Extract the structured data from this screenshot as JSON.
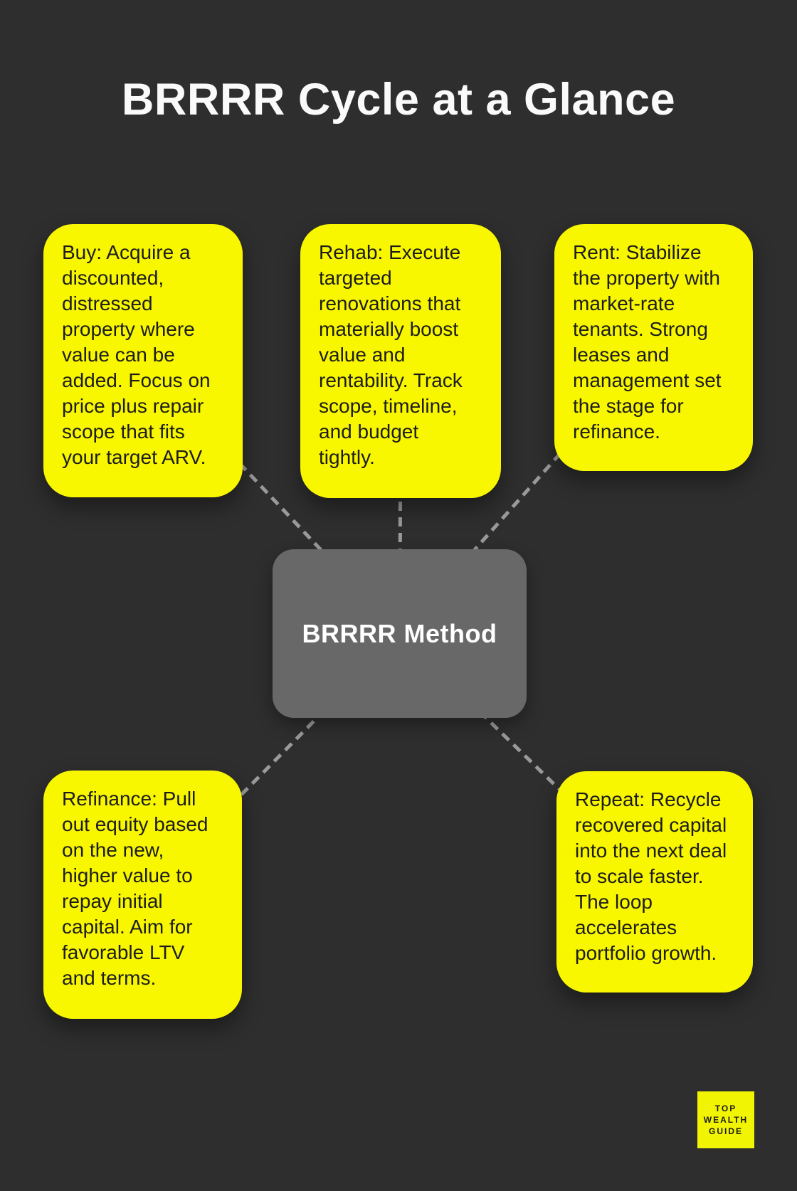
{
  "title": "BRRRR Cycle at a Glance",
  "center_node": {
    "label": "BRRRR Method"
  },
  "nodes": [
    {
      "id": "buy",
      "text": "Buy: Acquire a\ndiscounted,\ndistressed\nproperty where\nvalue can be\nadded. Focus on\nprice plus repair\nscope that fits\nyour target ARV."
    },
    {
      "id": "rehab",
      "text": "Rehab: Execute\ntargeted\nrenovations that\nmaterially boost\nvalue and\nrentability. Track\nscope, timeline,\nand budget\ntightly."
    },
    {
      "id": "rent",
      "text": "Rent: Stabilize\nthe property with\nmarket-rate\ntenants. Strong\nleases and\nmanagement set\nthe stage for\nrefinance."
    },
    {
      "id": "refinance",
      "text": "Refinance: Pull\nout equity based\non the new,\nhigher value to\nrepay initial\ncapital. Aim for\nfavorable LTV\nand terms."
    },
    {
      "id": "repeat",
      "text": "Repeat: Recycle\nrecovered capital\ninto the next deal\nto scale faster.\nThe loop\naccelerates\nportfolio growth."
    }
  ],
  "logo": {
    "lines": [
      "TOP",
      "WEALTH",
      "GUIDE"
    ]
  },
  "colors": {
    "background": "#2e2e2e",
    "card_yellow": "#f8f700",
    "hub_gray": "#686868",
    "connector_gray": "#9a9a9a",
    "card_text": "#1c1c1c",
    "light_text": "#ffffff"
  }
}
